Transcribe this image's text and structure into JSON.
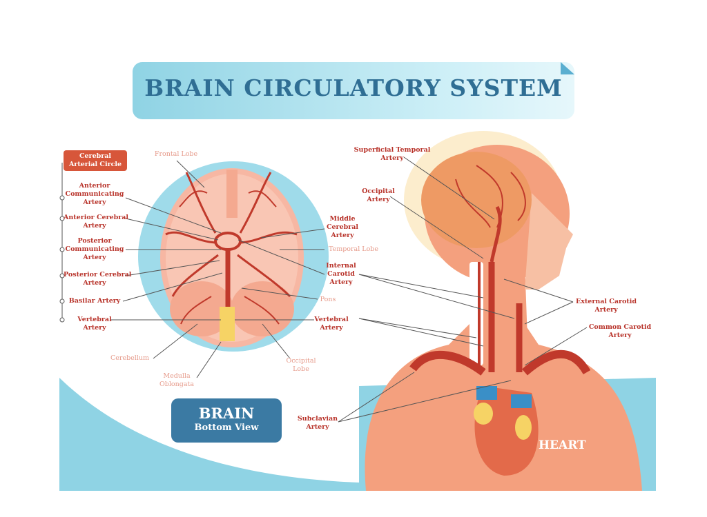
{
  "title": "BRAIN CIRCULATORY SYSTEM",
  "circle_badge": {
    "line1": "Cerebral",
    "line2": "Arterial Circle"
  },
  "left_labels": {
    "acomm": [
      "Anterior",
      "Communicating",
      "Artery"
    ],
    "aca": [
      "Anterior Cerebral",
      "Artery"
    ],
    "pcomm": [
      "Posterior",
      "Communicating",
      "Artery"
    ],
    "pca": [
      "Posterior Cerebral",
      "Artery"
    ],
    "basilar": "Basilar Artery",
    "vertebral": [
      "Vertebral",
      "Artery"
    ]
  },
  "brain_labels": {
    "frontal_lobe": "Frontal Lobe",
    "mca": [
      "Middle",
      "Cerebral",
      "Artery"
    ],
    "temporal_lobe": "Temporal Lobe",
    "ica": [
      "Internal",
      "Carotid",
      "Artery"
    ],
    "pons": "Pons",
    "vertebral_r": [
      "Vertebral",
      "Artery"
    ],
    "cerebellum": "Cerebellum",
    "medulla": [
      "Medulla",
      "Oblongata"
    ],
    "occipital_lobe": [
      "Occipital",
      "Lobe"
    ]
  },
  "brain_box": {
    "line1": "BRAIN",
    "line2": "Bottom View"
  },
  "head_labels": {
    "sup_temporal": [
      "Superficial Temporal",
      "Artery"
    ],
    "occipital_artery": [
      "Occipital",
      "Artery"
    ],
    "external_carotid": [
      "External Carotid",
      "Artery"
    ],
    "common_carotid": [
      "Common Carotid",
      "Artery"
    ],
    "subclavian": [
      "Subclavian",
      "Artery"
    ]
  },
  "heart_label": "HEART",
  "colors": {
    "title": "#2f6e94",
    "label": "#b8332a",
    "label_light": "#e69a8a",
    "artery": "#c0392b",
    "skin": "#f4a07e",
    "brain": "#f7b7a3",
    "teal": "#8fd3e4",
    "badge": "#d7563a",
    "brain_box": "#3b7aa3",
    "vein": "#3a8fc7"
  }
}
